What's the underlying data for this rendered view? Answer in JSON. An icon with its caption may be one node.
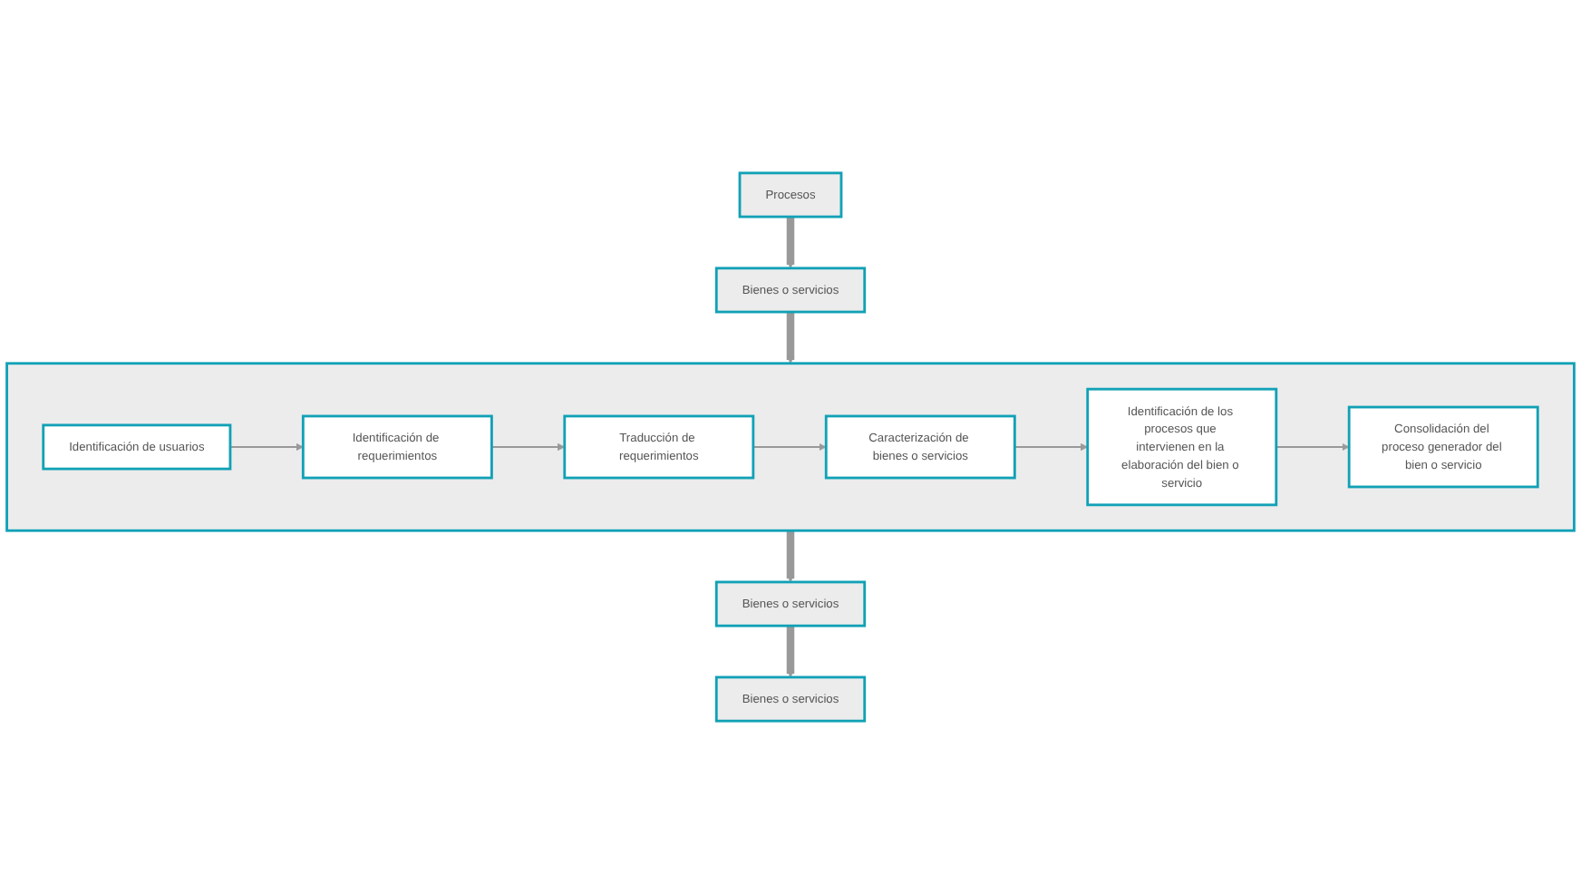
{
  "diagram": {
    "nodes": [
      {
        "text": [
          "Procesos"
        ]
      },
      {
        "text": [
          "Bienes o servicios"
        ]
      },
      {
        "text": [],
        "shape": "box"
      },
      {
        "text": [
          "Identificación de usuarios"
        ],
        "in": 2
      },
      {
        "text": [
          "Identificación de requerimientos"
        ],
        "in": 2
      },
      {
        "text": [
          "Traducción de requerimientos"
        ],
        "in": 2
      },
      {
        "text": [
          "Caracterización de bienes o servicios"
        ],
        "in": 2
      },
      {
        "text": [
          "Identificación de los procesos que intervienen en la elaboración del bien o servicio"
        ],
        "in": 2
      },
      {
        "text": [
          "Consolidación del proceso generador del bien o servicio"
        ],
        "in": 2
      },
      {
        "text": [
          "Bienes o servicios"
        ]
      },
      {
        "text": [
          "Bienes o servicios"
        ]
      }
    ],
    "edges": [
      {
        "from": 0,
        "to": 1,
        "arrow": "to",
        "style": "thick"
      },
      {
        "from": 1,
        "to": 2,
        "arrow": "to",
        "style": "thick"
      },
      {
        "from": 3,
        "to": 4,
        "arrow": "to"
      },
      {
        "from": 4,
        "to": 5,
        "arrow": "to"
      },
      {
        "from": 5,
        "to": 6,
        "arrow": "to"
      },
      {
        "from": 6,
        "to": 7,
        "arrow": "to"
      },
      {
        "from": 7,
        "to": 8,
        "arrow": "to"
      },
      {
        "from": 2,
        "to": 9,
        "arrow": "to",
        "style": "thick"
      },
      {
        "from": 9,
        "to": 10,
        "arrow": "to",
        "style": "thick"
      }
    ]
  }
}
